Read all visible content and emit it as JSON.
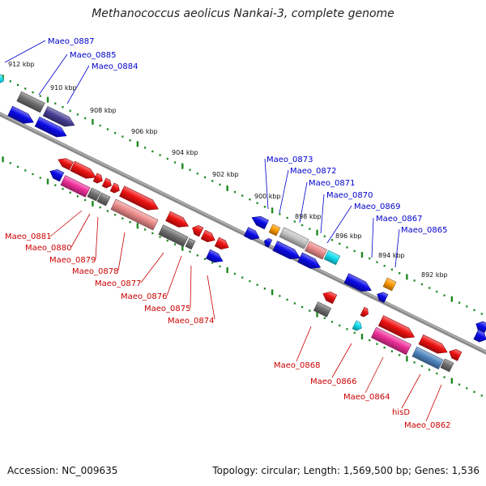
{
  "title": "Methanococcus aeolicus Nankai-3, complete genome",
  "accession": "Accession: NC_009635",
  "summary": "Topology: circular; Length: 1,569,500 bp; Genes: 1,536",
  "kbp_ticks": [
    "912 kbp",
    "910 kbp",
    "908 kbp",
    "906 kbp",
    "904 kbp",
    "902 kbp",
    "900 kbp",
    "898 kbp",
    "896 kbp",
    "894 kbp",
    "892 kbp"
  ],
  "top_labels": [
    "Maeo_0887",
    "Maeo_0885",
    "Maeo_0884",
    "Maeo_0873",
    "Maeo_0872",
    "Maeo_0871",
    "Maeo_0870",
    "Maeo_0869",
    "Maeo_0867",
    "Maeo_0865"
  ],
  "bottom_labels": [
    "Maeo_0881",
    "Maeo_0880",
    "Maeo_0879",
    "Maeo_0878",
    "Maeo_0877",
    "Maeo_0876",
    "Maeo_0875",
    "Maeo_0874",
    "Maeo_0868",
    "Maeo_0866",
    "Maeo_0864",
    "hisD",
    "Maeo_0862"
  ],
  "colors": {
    "red": "#ee1111",
    "blue": "#0a0ae8",
    "gray": "#6f6f6f",
    "lightgray": "#c2c2c2",
    "pink": "#ee2f99",
    "salmon": "#ec8a8a",
    "cyan": "#11dcee",
    "orange": "#ff9a00",
    "steel": "#4f86c0",
    "indigo": "#463d94",
    "backbone": "#8c8c8c",
    "dots": "#1f8a1f",
    "label_top": "#0000cc",
    "label_bottom": "#cc0000"
  }
}
